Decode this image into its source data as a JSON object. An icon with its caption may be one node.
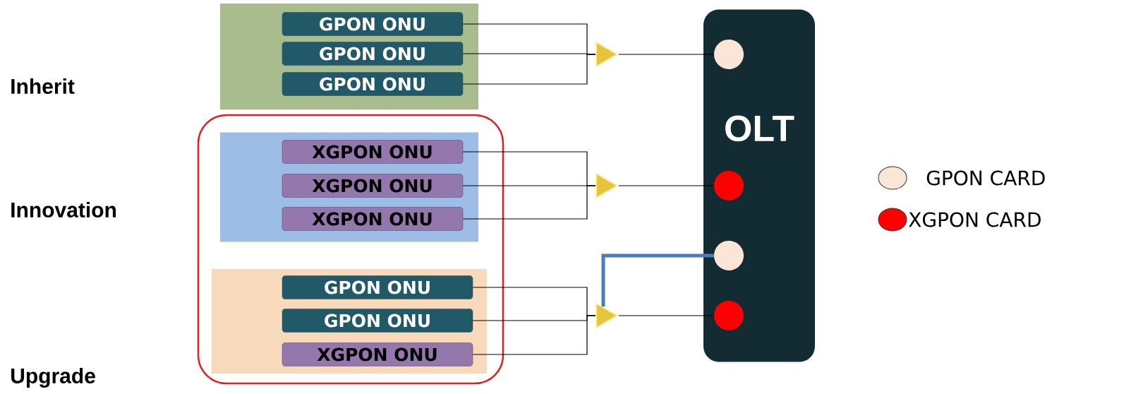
{
  "diagram": {
    "nodes": [
      {
        "text": [],
        "shape": "box"
      },
      {
        "text": [
          "GPON ONU"
        ],
        "in": 0
      },
      {
        "text": [
          "GPON ONU"
        ],
        "in": 0
      },
      {
        "text": [
          "GPON ONU"
        ],
        "in": 0
      },
      {
        "text": [],
        "shape": "triangle"
      },
      {
        "text": [],
        "shape": "box"
      },
      {
        "text": [],
        "shape": "box",
        "in": 5
      },
      {
        "text": [
          "XGPON ONU"
        ],
        "in": 6
      },
      {
        "text": [
          "XGPON ONU"
        ],
        "in": 6
      },
      {
        "text": [
          "XGPON ONU"
        ],
        "in": 6
      },
      {
        "text": [],
        "shape": "triangle"
      },
      {
        "text": [],
        "shape": "box",
        "in": 5
      },
      {
        "text": [
          "GPON ONU"
        ],
        "in": 11
      },
      {
        "text": [
          "GPON ONU"
        ],
        "in": 11
      },
      {
        "text": [
          "XGPON ONU"
        ],
        "in": 11
      },
      {
        "text": [],
        "shape": "triangle"
      },
      {
        "text": [
          "OLT"
        ]
      },
      {
        "text": [],
        "shape": "circle",
        "in": 16
      },
      {
        "text": [],
        "shape": "circle",
        "in": 16
      },
      {
        "text": [],
        "shape": "circle",
        "in": 16
      },
      {
        "text": [],
        "shape": "circle",
        "in": 16
      }
    ],
    "edges": [
      {
        "from": 1,
        "to": 4,
        "arrow": "none"
      },
      {
        "from": 2,
        "to": 4,
        "arrow": "none"
      },
      {
        "from": 3,
        "to": 4,
        "arrow": "none"
      },
      {
        "from": 4,
        "to": 17,
        "arrow": "none"
      },
      {
        "from": 7,
        "to": 10,
        "arrow": "none"
      },
      {
        "from": 8,
        "to": 10,
        "arrow": "none"
      },
      {
        "from": 9,
        "to": 10,
        "arrow": "none"
      },
      {
        "from": 10,
        "to": 18,
        "arrow": "none"
      },
      {
        "from": 12,
        "to": 15,
        "arrow": "none"
      },
      {
        "from": 13,
        "to": 15,
        "arrow": "none"
      },
      {
        "from": 14,
        "to": 15,
        "arrow": "none"
      },
      {
        "from": 15,
        "to": 20,
        "arrow": "none"
      },
      {
        "from": 15,
        "to": 19,
        "arrow": "none",
        "style": "thick",
        "color": "#4a7ebb"
      }
    ],
    "labels": [
      "Inherit",
      "Innovation",
      "Upgrade"
    ],
    "legend": [
      {
        "text": "GPON CARD",
        "color": "#fbe5d6"
      },
      {
        "text": "XGPON CARD",
        "color": "#ff0000"
      }
    ]
  }
}
